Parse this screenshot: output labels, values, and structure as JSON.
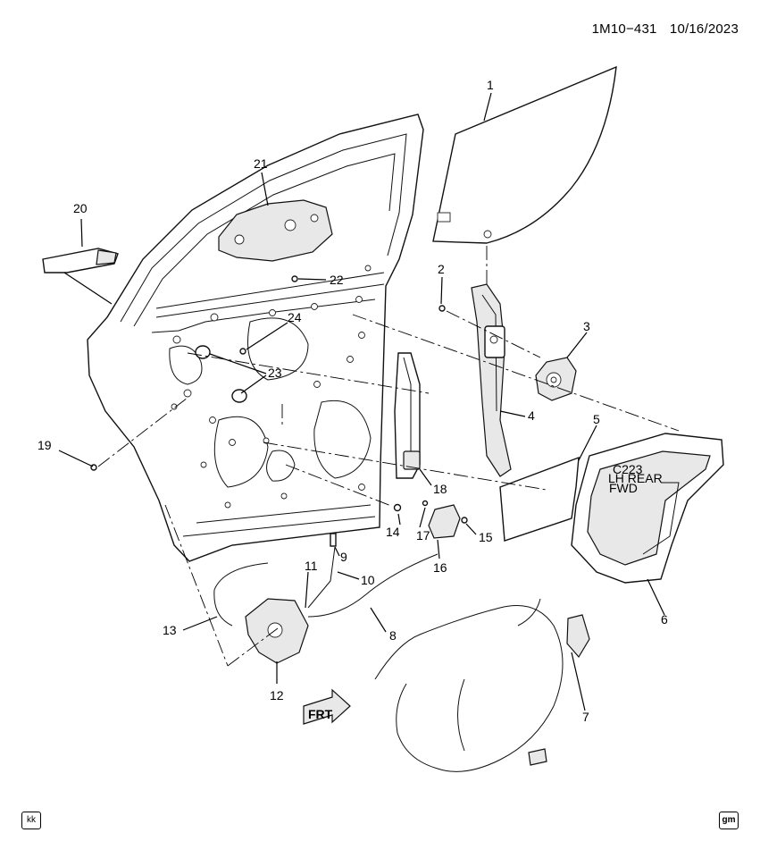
{
  "header": {
    "code": "1M10−431",
    "date": "10/16/2023"
  },
  "footer": {
    "left_badge": "kk",
    "right_badge": "gm"
  },
  "arrow_label": "FRT",
  "callouts": [
    {
      "id": "1",
      "label": "1"
    },
    {
      "id": "2",
      "label": "2"
    },
    {
      "id": "3",
      "label": "3"
    },
    {
      "id": "4",
      "label": "4"
    },
    {
      "id": "5",
      "label": "5"
    },
    {
      "id": "6",
      "label": "6"
    },
    {
      "id": "7",
      "label": "7"
    },
    {
      "id": "8",
      "label": "8"
    },
    {
      "id": "9",
      "label": "9"
    },
    {
      "id": "10",
      "label": "10"
    },
    {
      "id": "11",
      "label": "11"
    },
    {
      "id": "12",
      "label": "12"
    },
    {
      "id": "13",
      "label": "13"
    },
    {
      "id": "14",
      "label": "14"
    },
    {
      "id": "15",
      "label": "15"
    },
    {
      "id": "16",
      "label": "16"
    },
    {
      "id": "17",
      "label": "17"
    },
    {
      "id": "18",
      "label": "18"
    },
    {
      "id": "19",
      "label": "19"
    },
    {
      "id": "20",
      "label": "20"
    },
    {
      "id": "21",
      "label": "21"
    },
    {
      "id": "22",
      "label": "22"
    },
    {
      "id": "23a",
      "label": "23"
    },
    {
      "id": "24",
      "label": "24"
    }
  ],
  "shield_text": [
    "C223",
    "LH REAR",
    "FWD"
  ]
}
